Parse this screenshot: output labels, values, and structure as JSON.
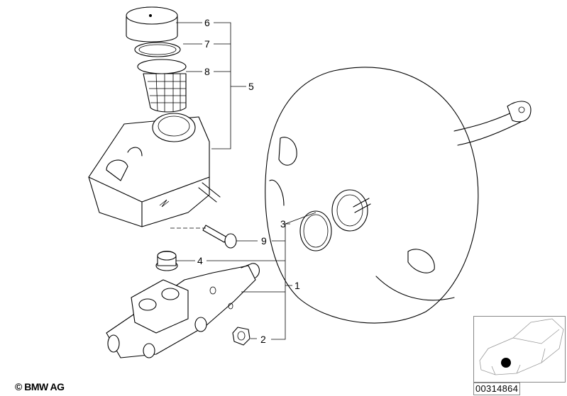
{
  "callouts": {
    "c1": "1",
    "c2": "2",
    "c3": "3",
    "c4": "4",
    "c5": "5",
    "c6": "6",
    "c7": "7",
    "c8": "8",
    "c9": "9"
  },
  "copyright": "© BMW AG",
  "part_number": "00314864",
  "locator": {
    "marker_color": "#000000",
    "vehicle": "car-outline-front-left"
  }
}
